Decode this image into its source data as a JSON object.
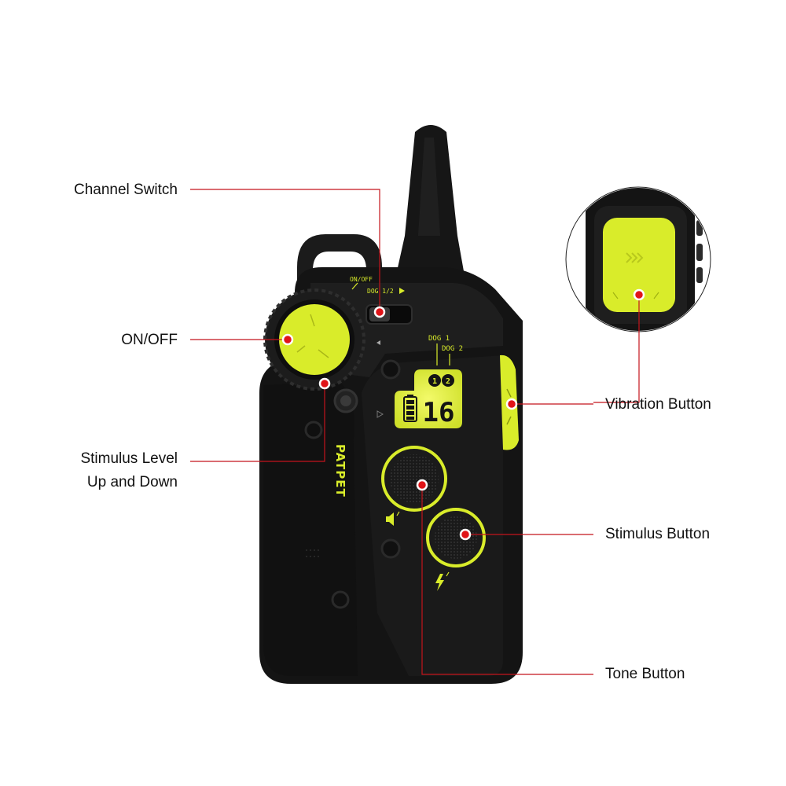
{
  "device": {
    "brand": "PATPET",
    "switch_label_top": "ON/OFF",
    "switch_label_bottom": "DOG 1/2",
    "screen_dog1": "DOG 1",
    "screen_dog2": "DOG 2",
    "lcd_channel_1": "1",
    "lcd_channel_2": "2",
    "lcd_level": "16"
  },
  "callouts": {
    "channel_switch": "Channel Switch",
    "on_off": "ON/OFF",
    "stimulus_level_line1": "Stimulus Level",
    "stimulus_level_line2": "Up and Down",
    "vibration_button": "Vibration Button",
    "stimulus_button": "Stimulus Button",
    "tone_button": "Tone Button"
  },
  "colors": {
    "accent": "#d9ec2a",
    "body": "#141414",
    "leader_line": "#c4141c",
    "marker": "#e01418"
  }
}
